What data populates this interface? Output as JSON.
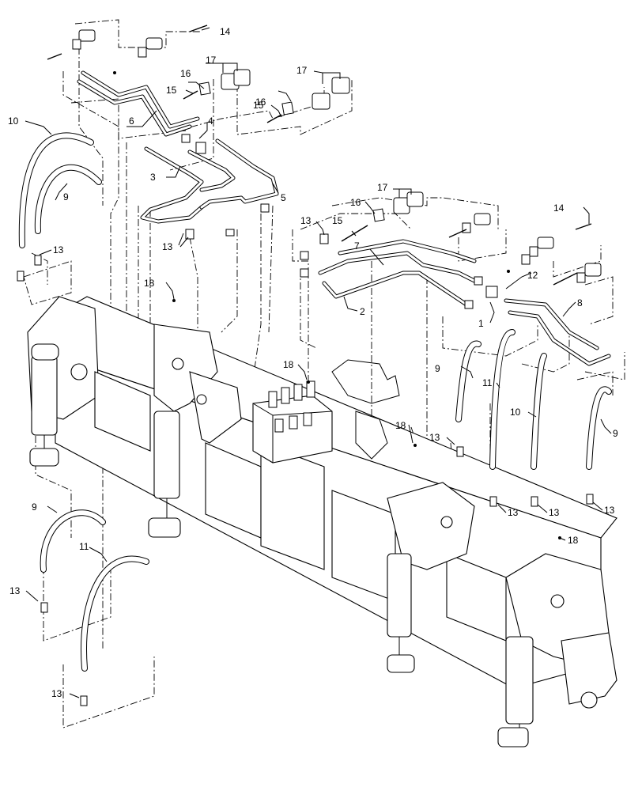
{
  "callouts": [
    "1",
    "2",
    "3",
    "4",
    "5",
    "6",
    "7",
    "8",
    "9",
    "10",
    "11",
    "12",
    "13",
    "14",
    "15",
    "16",
    "17",
    "18"
  ],
  "icons": {
    "tube": "hydraulic-tube-icon",
    "hose": "hydraulic-hose-icon",
    "clamp": "tube-clamp-icon",
    "fitting": "fitting-icon",
    "cylinder": "hydraulic-cylinder-icon",
    "valve": "control-valve-icon"
  }
}
